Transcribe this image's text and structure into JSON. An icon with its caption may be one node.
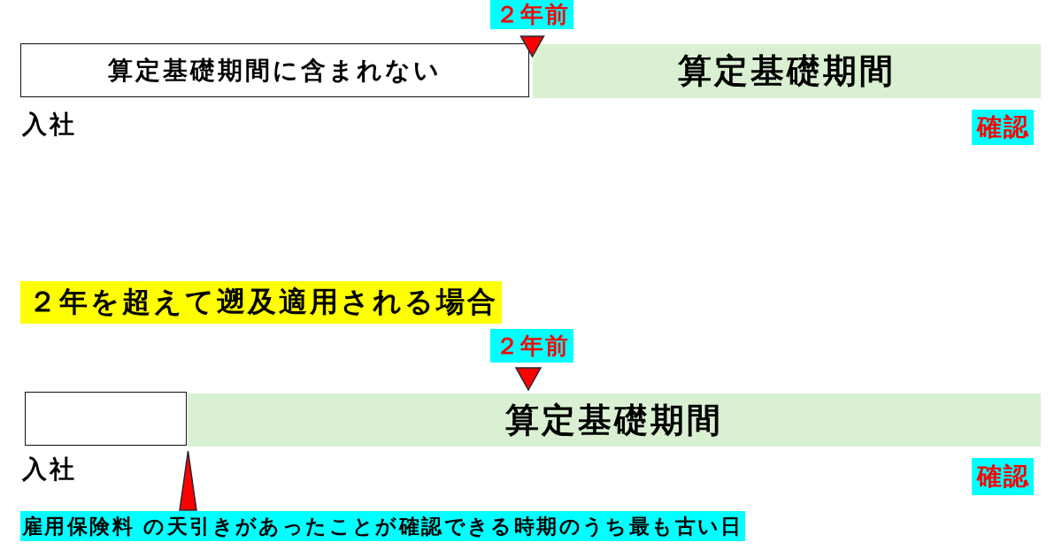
{
  "diagram": {
    "nodes": [
      {
        "text": [
          "２年前"
        ]
      },
      {
        "text": [
          "算定基礎期間に含まれない"
        ],
        "beside": [
          "入社"
        ]
      },
      {
        "text": [
          "算定基礎期間"
        ]
      },
      {
        "text": [
          "確認"
        ]
      },
      {
        "text": [
          "２年を超えて遡及適用される場合"
        ]
      },
      {
        "text": [
          "２年前"
        ]
      },
      {
        "text": [],
        "shape": "box",
        "beside": [
          "入社"
        ]
      },
      {
        "text": [
          "算定基礎期間"
        ]
      },
      {
        "text": [
          "確認"
        ]
      },
      {
        "text": [
          "雇用保険料 の天引きがあったことが確認できる時期のうち最も古い日"
        ]
      }
    ],
    "edges": [
      {
        "from": 0,
        "to": 2,
        "arrow": "to"
      },
      {
        "from": 5,
        "to": 7,
        "arrow": "to"
      },
      {
        "from": 9,
        "to": 7,
        "arrow": "to"
      }
    ]
  }
}
